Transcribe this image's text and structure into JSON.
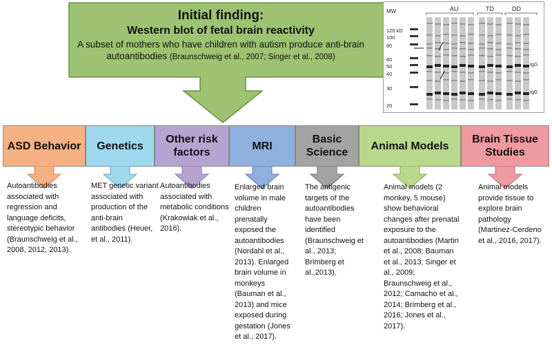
{
  "callout": {
    "title": "Initial finding:",
    "subtitle": "Western blot of fetal brain reactivity",
    "body": "A subset of mothers who have children with autism produce anti-brain autoantibodies",
    "citation": "(Braunschweig et al., 2007; Singer et al., 2008)"
  },
  "blot": {
    "mw_label": "MW",
    "groups": [
      "AU",
      "TD",
      "DD"
    ],
    "markers": [
      "120 kD",
      "100",
      "80",
      "60",
      "50",
      "40",
      "30",
      "20"
    ],
    "band_labels": [
      "IgG",
      "IgG"
    ]
  },
  "colors": {
    "callout_green": "#9dc271",
    "asd": "#f6b183",
    "genetics": "#9fd7ef",
    "other": "#b7a3d1",
    "mri": "#8fb0dc",
    "basic": "#a3a3a3",
    "animal": "#b7d88d",
    "brain": "#ee9aa0"
  },
  "columns": [
    {
      "title_lines": [
        "ASD Behavior"
      ],
      "text": "Autoantibodies associated with regression and language deficits, stereotypic behavior (Braunschweig et al., 2008, 2012, 2013)."
    },
    {
      "title_lines": [
        "Genetics"
      ],
      "text": "MET genetic variant associated with production of the anti-brain antibodies (Heuer, et al., 2011)."
    },
    {
      "title_lines": [
        "Other risk",
        "factors"
      ],
      "text": "Autoantibodies associated with metabolic conditions (Krakowiak et al., 2016)."
    },
    {
      "title_lines": [
        "MRI"
      ],
      "text": "Enlarged brain volume in male children prenatally exposed the autoantibodies (Nordahl et al., 2013). Enlarged brain volume in monkeys (Bauman et al., 2013) and mice exposed during gestation (Jones et al., 2017)."
    },
    {
      "title_lines": [
        "Basic",
        "Science"
      ],
      "text": "The antigenic targets of the autoantibodies have been identified (Braunschweig et al., 2013; Brimberg et al.,2013)."
    },
    {
      "title_lines": [
        "Animal Models"
      ],
      "text": "Animal models (2 monkey, 5 mouse) show behavioral changes after prenatal exposure to the autoantibodies (Martin et al., 2008; Bauman et al., 2013; Singer et al., 2009; Braunschweig et al., 2012; Camacho et al., 2014; Brimberg et al., 2016; Jones et al., 2017)."
    },
    {
      "title_lines": [
        "Brain Tissue",
        "Studies"
      ],
      "text": "Animal models provide tissue to explore brain pathology (Martinez-Cerdeno et al., 2016, 2017)."
    }
  ]
}
